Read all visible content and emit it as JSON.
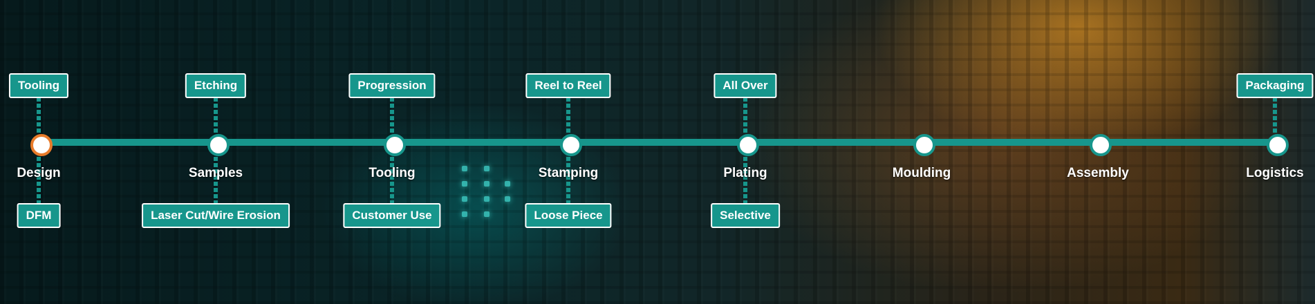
{
  "timeline": {
    "stages": [
      {
        "label": "Design",
        "active": true,
        "top_tag": "Tooling",
        "bottom_tag": "DFM"
      },
      {
        "label": "Samples",
        "active": false,
        "top_tag": "Etching",
        "bottom_tag": "Laser Cut/Wire Erosion"
      },
      {
        "label": "Tooling",
        "active": false,
        "top_tag": "Progression",
        "bottom_tag": "Customer Use"
      },
      {
        "label": "Stamping",
        "active": false,
        "top_tag": "Reel to Reel",
        "bottom_tag": "Loose Piece"
      },
      {
        "label": "Plating",
        "active": false,
        "top_tag": "All Over",
        "bottom_tag": "Selective"
      },
      {
        "label": "Moulding",
        "active": false,
        "top_tag": null,
        "bottom_tag": null
      },
      {
        "label": "Assembly",
        "active": false,
        "top_tag": null,
        "bottom_tag": null
      },
      {
        "label": "Logistics",
        "active": false,
        "top_tag": "Packaging",
        "bottom_tag": null
      }
    ]
  },
  "colors": {
    "accent_teal": "#17968c",
    "active_orange": "#e87b2a",
    "text_white": "#ffffff"
  }
}
